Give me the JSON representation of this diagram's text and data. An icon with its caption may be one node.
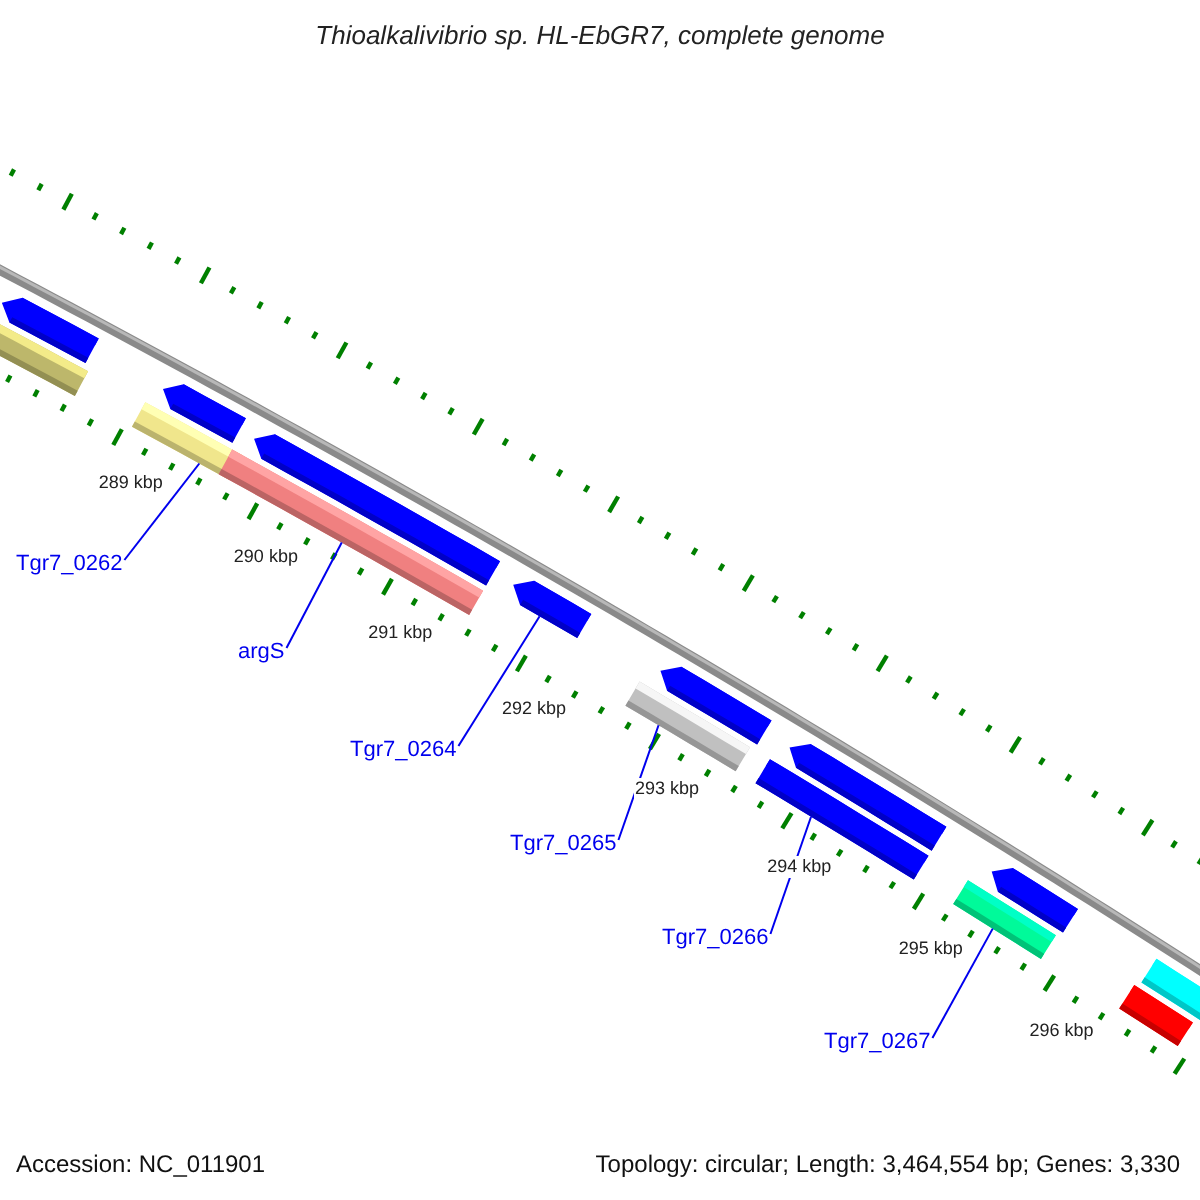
{
  "diagram": {
    "title": "Thioalkalivibrio sp. HL-EbGR7, complete genome",
    "nodes": [
      {
        "text": [],
        "shape": "arrow"
      },
      {
        "text": [],
        "shape": "bar"
      },
      {
        "text": [],
        "shape": "arrow"
      },
      {
        "text": [],
        "shape": "bar"
      },
      {
        "text": [],
        "shape": "bar"
      },
      {
        "text": [],
        "shape": "arrow"
      },
      {
        "text": [],
        "shape": "arrow"
      },
      {
        "text": [],
        "shape": "arrow"
      },
      {
        "text": [],
        "shape": "bar"
      },
      {
        "text": [],
        "shape": "arrow"
      },
      {
        "text": [],
        "shape": "bar"
      },
      {
        "text": [],
        "shape": "arrow"
      },
      {
        "text": [],
        "shape": "bar"
      },
      {
        "text": [],
        "shape": "bar"
      },
      {
        "text": [],
        "shape": "bar"
      },
      {
        "text": [
          "Tgr7_0262"
        ]
      },
      {
        "text": [
          "argS"
        ]
      },
      {
        "text": [
          "Tgr7_0264"
        ]
      },
      {
        "text": [
          "Tgr7_0265"
        ]
      },
      {
        "text": [
          "Tgr7_0266"
        ]
      },
      {
        "text": [
          "Tgr7_0267"
        ]
      }
    ],
    "edges": [
      {
        "from": 15,
        "to": 3,
        "arrow": "none"
      },
      {
        "from": 16,
        "to": 4,
        "arrow": "none"
      },
      {
        "from": 17,
        "to": 6,
        "arrow": "none"
      },
      {
        "from": 18,
        "to": 8,
        "arrow": "none"
      },
      {
        "from": 19,
        "to": 10,
        "arrow": "none"
      },
      {
        "from": 20,
        "to": 12,
        "arrow": "none"
      }
    ],
    "labels": [
      "289 kbp",
      "290 kbp",
      "291 kbp",
      "292 kbp",
      "293 kbp",
      "294 kbp",
      "295 kbp",
      "296 kbp",
      "Accession: NC_011901",
      "Topology: circular; Length: 3,464,554 bp; Genes: 3,330"
    ]
  }
}
